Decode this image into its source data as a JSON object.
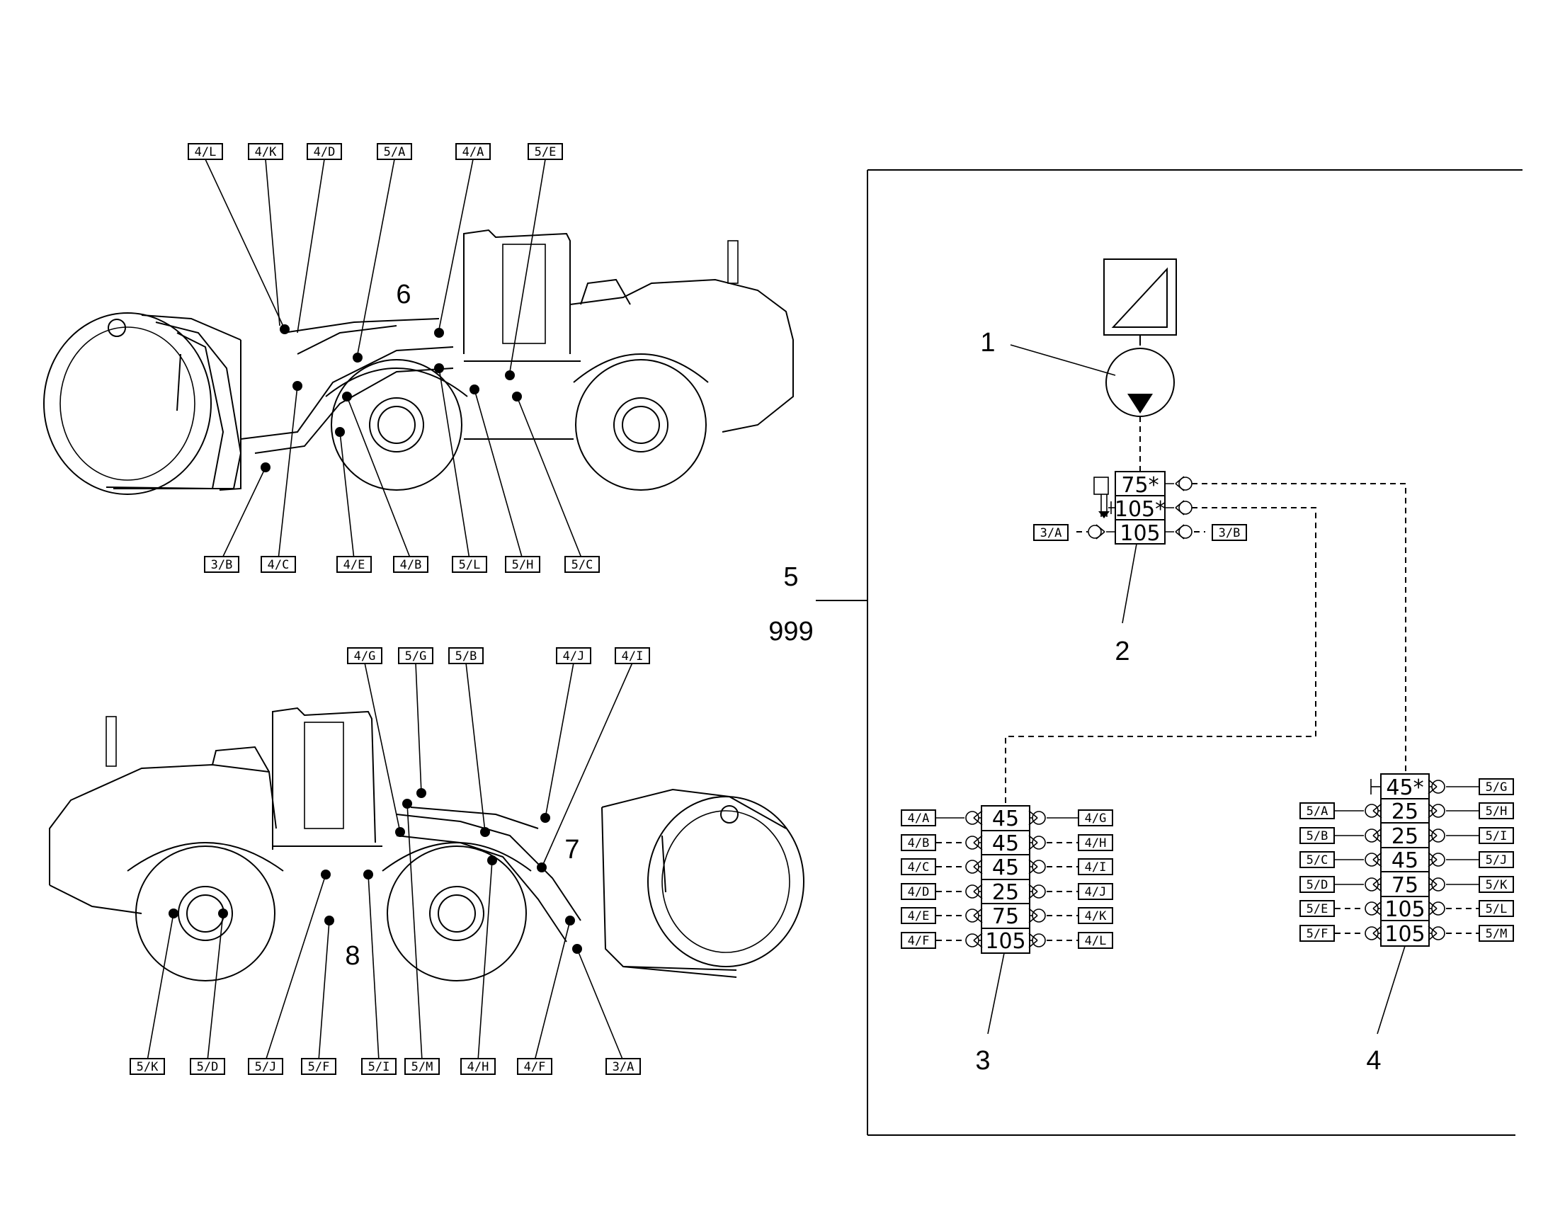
{
  "top_tags": [
    "4/L",
    "4/K",
    "4/D",
    "5/A",
    "4/A",
    "5/E"
  ],
  "top_bottom_tags": [
    "3/B",
    "4/C",
    "4/E",
    "4/B",
    "5/L",
    "5/H",
    "5/C"
  ],
  "mid_tags": [
    "4/G",
    "5/G",
    "5/B",
    "4/J",
    "4/I"
  ],
  "bottom_tags": [
    "5/K",
    "5/D",
    "5/J",
    "5/F",
    "5/I",
    "5/M",
    "4/H",
    "4/F",
    "3/A"
  ],
  "item_numbers": [
    "1",
    "2",
    "3",
    "4",
    "5",
    "6",
    "7",
    "8"
  ],
  "group_number": "999",
  "valve_top": {
    "values": [
      "75*",
      "105*",
      "105"
    ],
    "left_tag": "3/A",
    "right_tag": "3/B"
  },
  "block3": {
    "values": [
      "45",
      "45",
      "45",
      "25",
      "75",
      "105"
    ],
    "left_tags": [
      "4/A",
      "4/B",
      "4/C",
      "4/D",
      "4/E",
      "4/F"
    ],
    "right_tags": [
      "4/G",
      "4/H",
      "4/I",
      "4/J",
      "4/K",
      "4/L"
    ]
  },
  "block4": {
    "top_value": "45*",
    "top_tag": "5/G",
    "values": [
      "25",
      "25",
      "45",
      "75",
      "105",
      "105"
    ],
    "left_tags": [
      "5/A",
      "5/B",
      "5/C",
      "5/D",
      "5/E",
      "5/F"
    ],
    "right_tags": [
      "5/H",
      "5/I",
      "5/J",
      "5/K",
      "5/L",
      "5/M"
    ]
  },
  "icons": [
    "pump-icon",
    "accumulator-icon",
    "check-valve-icon",
    "pressure-switch-icon"
  ]
}
